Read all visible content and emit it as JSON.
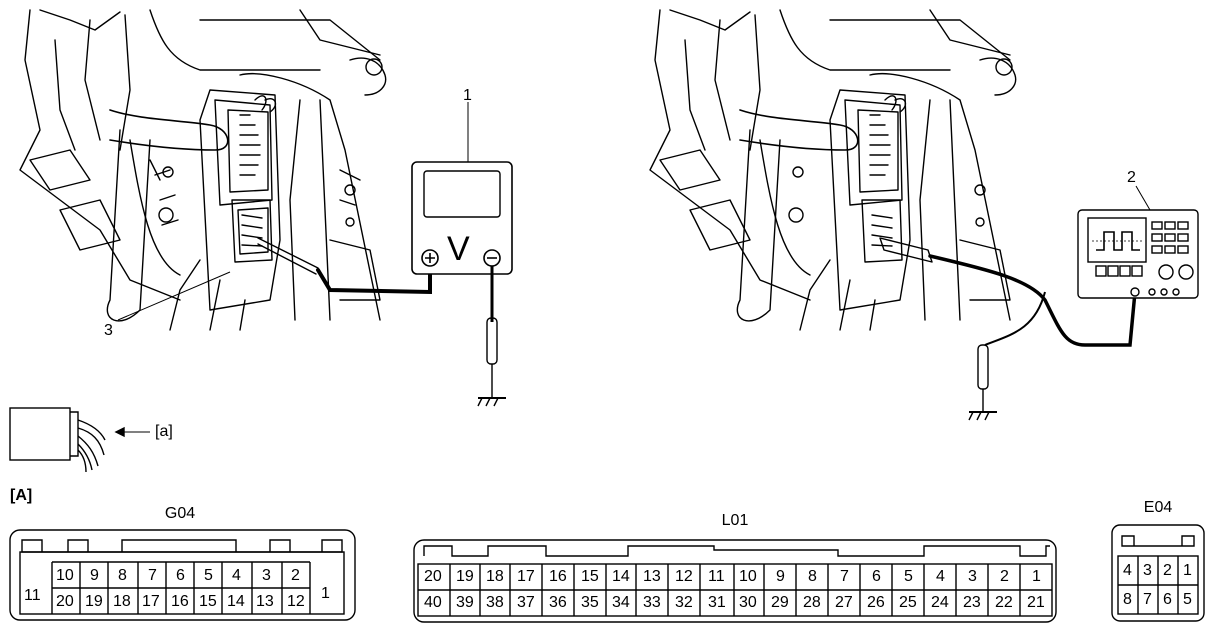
{
  "callouts": {
    "voltmeter_number": "1",
    "oscilloscope_number": "2",
    "ecm_connector_number": "3",
    "voltmeter_symbol": "V",
    "plus_symbol": "+",
    "minus_symbol": "−"
  },
  "legend": {
    "arrow_text": "[a]"
  },
  "connectors": {
    "view_label": "[A]",
    "g04": {
      "title": "G04",
      "top_row": [
        "10",
        "9",
        "8",
        "7",
        "6",
        "5",
        "4",
        "3",
        "2"
      ],
      "bottom_row": [
        "20",
        "19",
        "18",
        "17",
        "16",
        "15",
        "14",
        "13",
        "12"
      ],
      "left_pin": "11",
      "right_pin": "1"
    },
    "l01": {
      "title": "L01",
      "top_row": [
        "20",
        "19",
        "18",
        "17",
        "16",
        "15",
        "14",
        "13",
        "12",
        "11",
        "10",
        "9",
        "8",
        "7",
        "6",
        "5",
        "4",
        "3",
        "2",
        "1"
      ],
      "bottom_row": [
        "40",
        "39",
        "38",
        "37",
        "36",
        "35",
        "34",
        "33",
        "32",
        "31",
        "30",
        "29",
        "28",
        "27",
        "26",
        "25",
        "24",
        "23",
        "22",
        "21"
      ]
    },
    "e04": {
      "title": "E04",
      "top_row": [
        "4",
        "3",
        "2",
        "1"
      ],
      "bottom_row": [
        "8",
        "7",
        "6",
        "5"
      ]
    }
  }
}
